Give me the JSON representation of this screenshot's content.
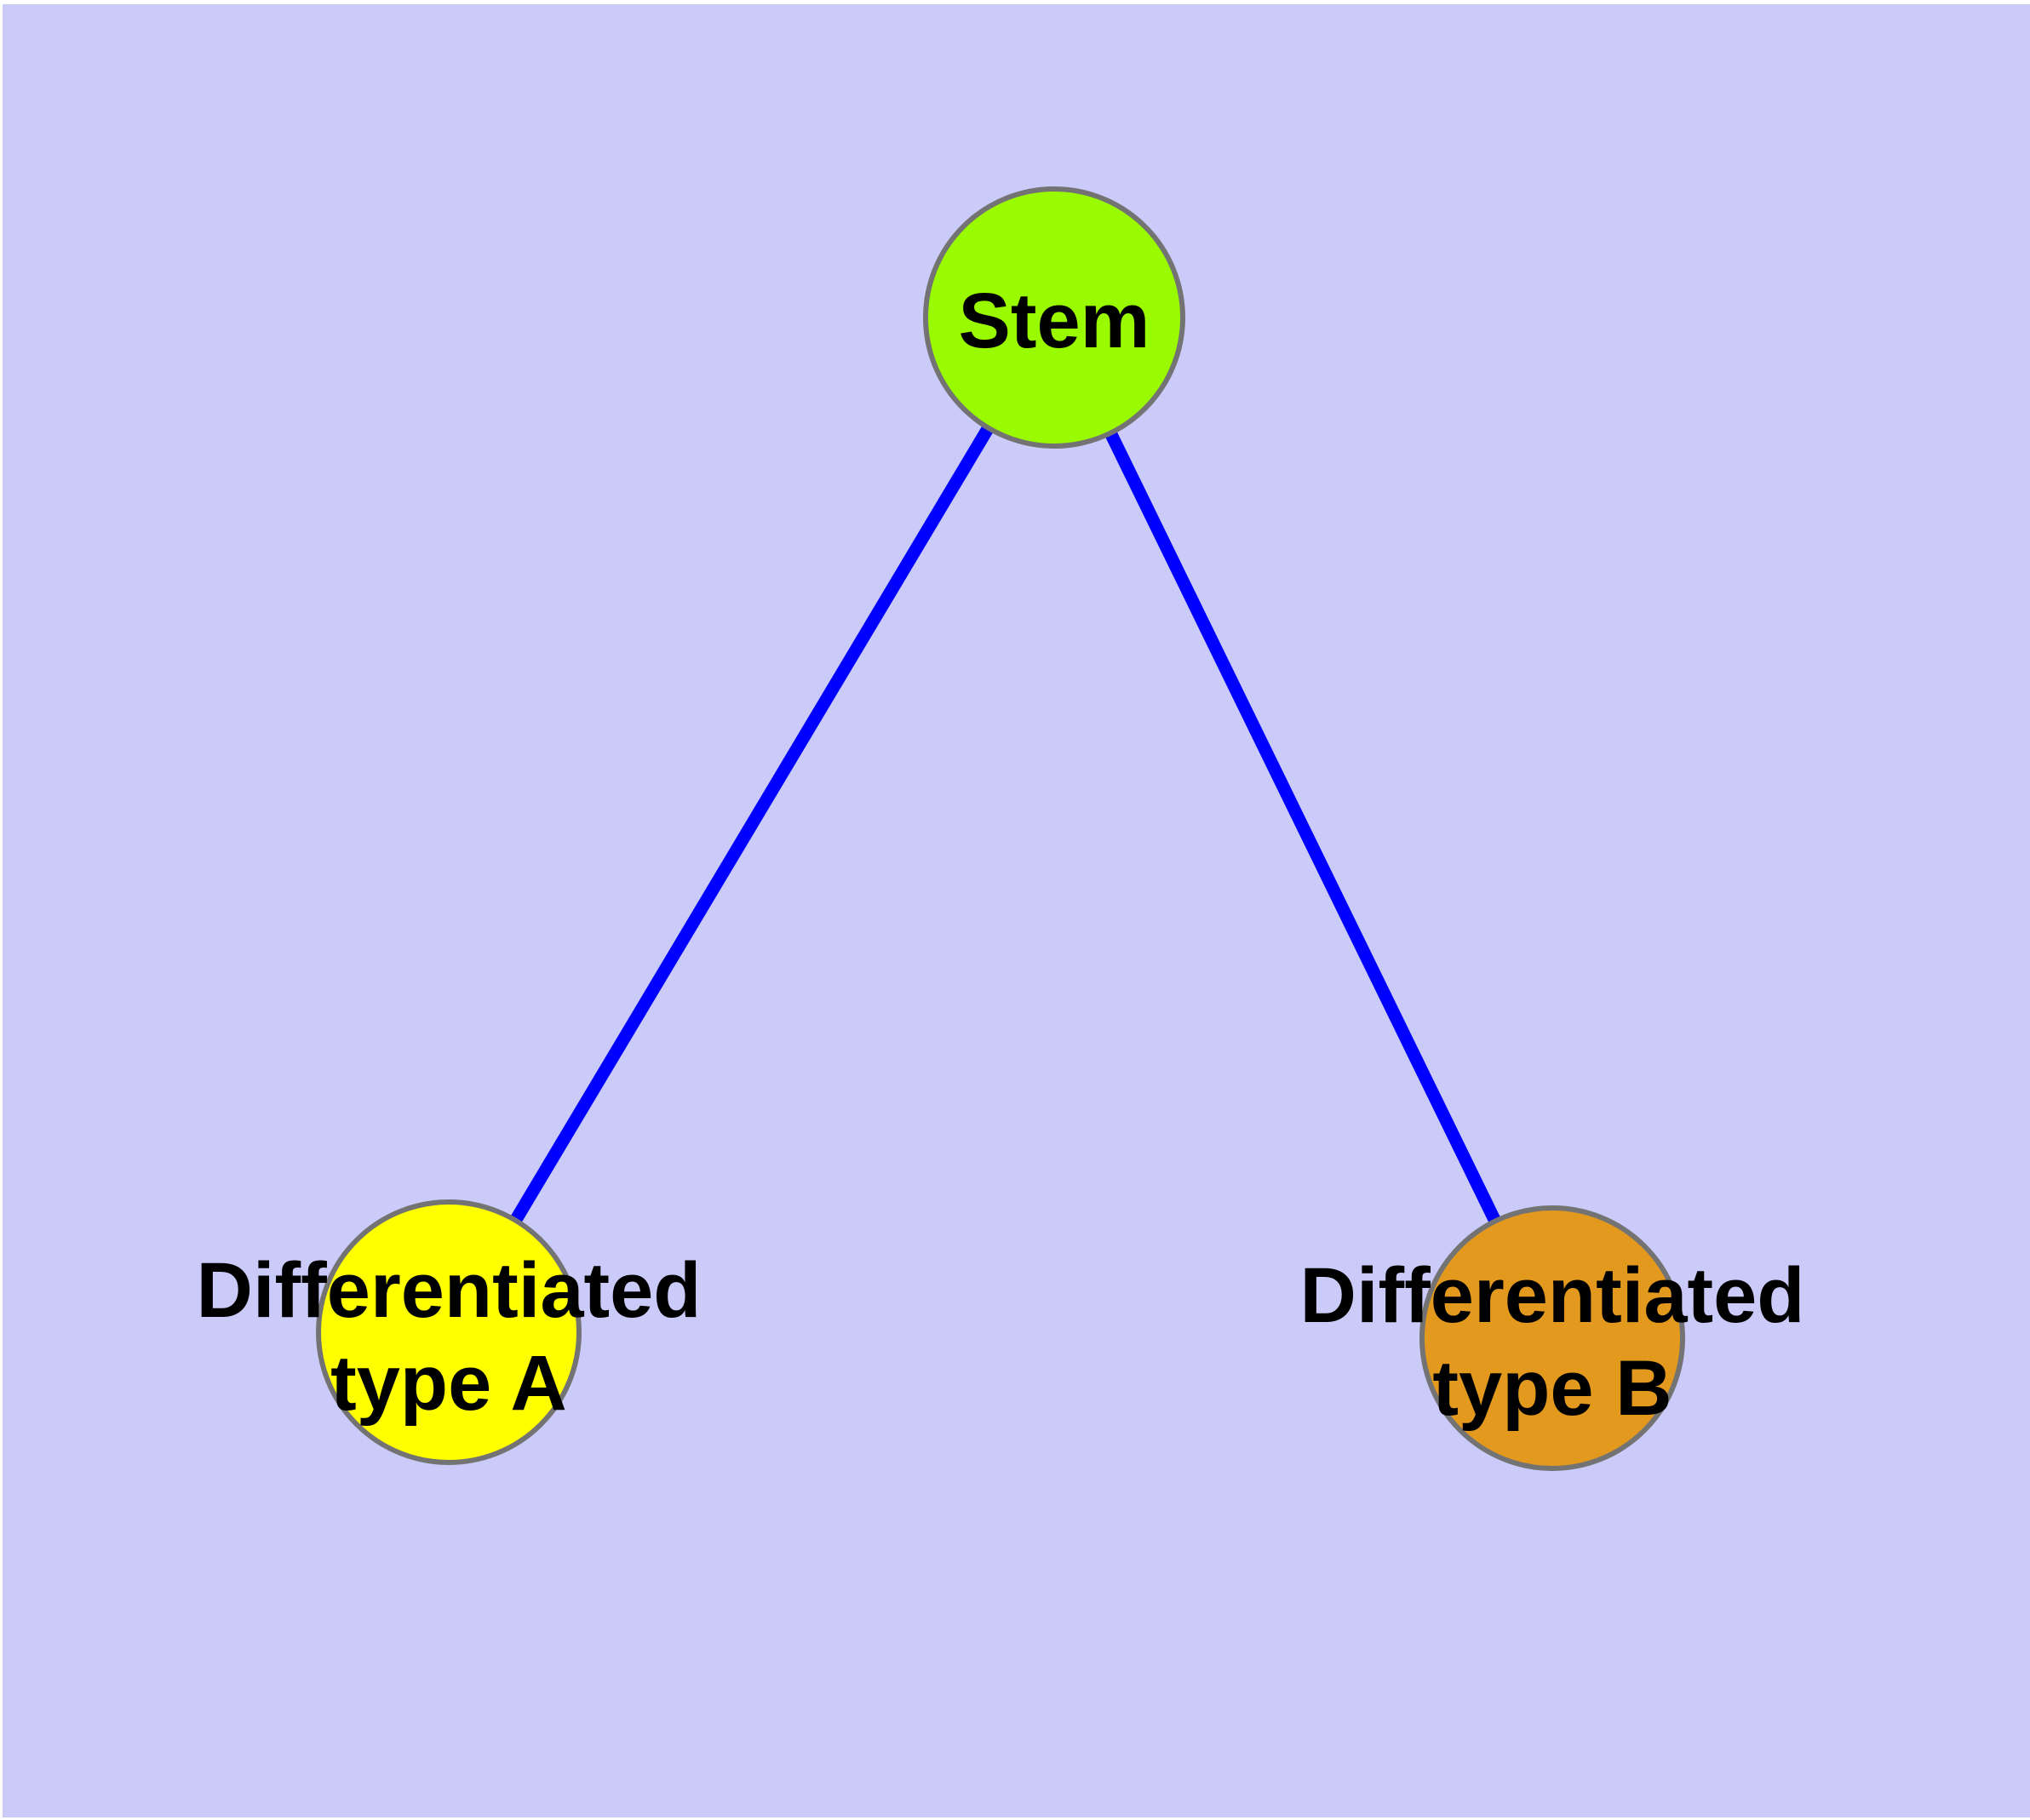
{
  "canvas": {
    "background_color": "#CBCBF9",
    "margin_color": "#FFFFFF",
    "text_color": "#000000"
  },
  "edges": {
    "color": "#0000FF",
    "list": [
      {
        "from": "stem",
        "to": "differentiated-type-a"
      },
      {
        "from": "stem",
        "to": "differentiated-type-b"
      }
    ]
  },
  "nodes": [
    {
      "id": "stem",
      "label": "Stem",
      "label_lines": [
        "Stem"
      ],
      "fill": "#9AFB00",
      "border": "#737373"
    },
    {
      "id": "differentiated-type-a",
      "label": "Differentiated type A",
      "label_lines": [
        "Differentiated",
        "type A"
      ],
      "fill": "#FFFF00",
      "border": "#737373"
    },
    {
      "id": "differentiated-type-b",
      "label": "Differentiated type B",
      "label_lines": [
        "Differentiated",
        "type B"
      ],
      "fill": "#E2991E",
      "border": "#737373"
    }
  ]
}
